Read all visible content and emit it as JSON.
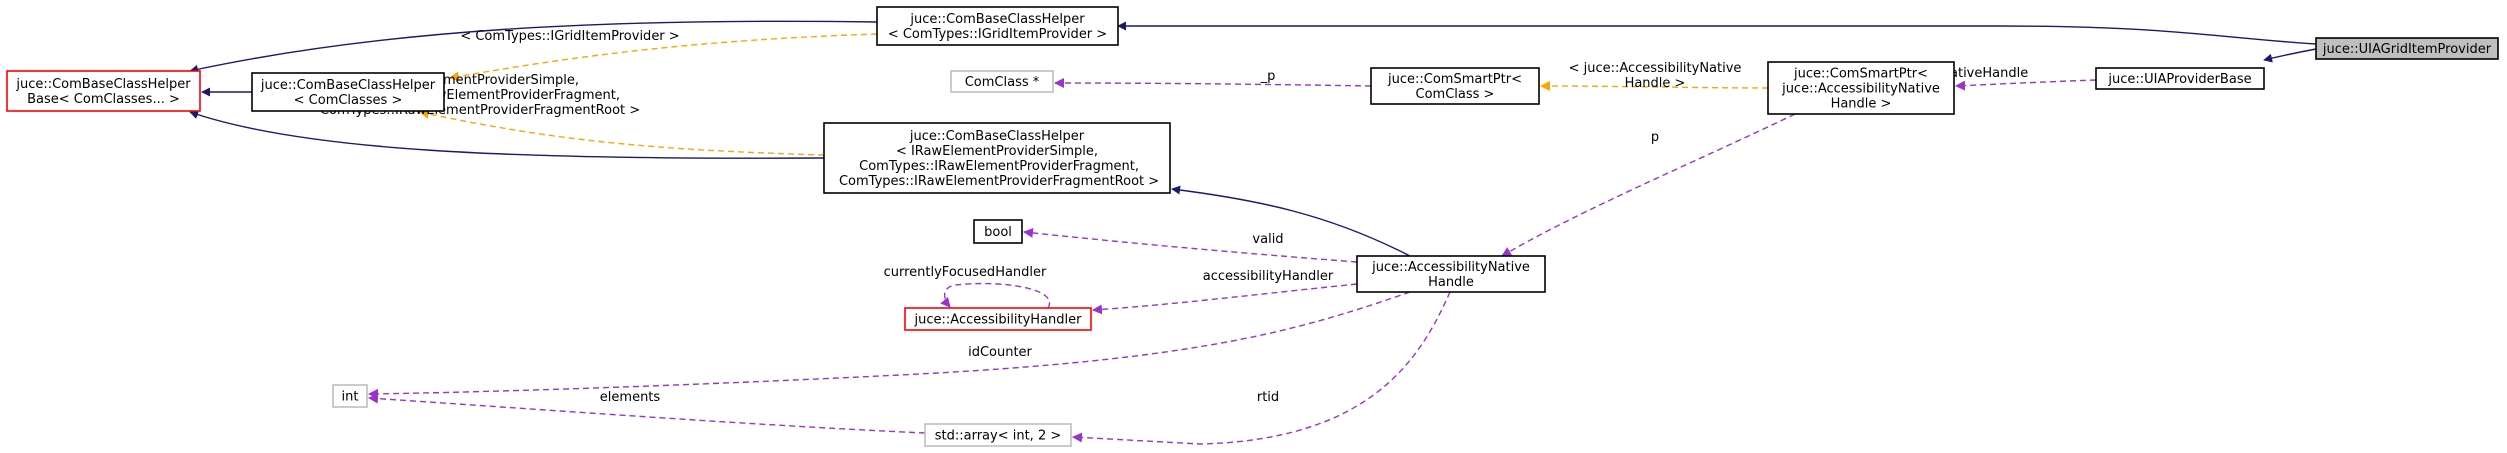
{
  "colors": {
    "inherit_edge": "#191970",
    "template_edge": "#ffa500",
    "usage_edge": "#9a32cd",
    "node_border": "#000000",
    "incomplete_border": "#ff0000",
    "undocumented_border": "#bfbfbf",
    "focus_fill": "#bfbfbf"
  },
  "nodes": [
    {
      "id": "uia_grid_item_provider",
      "lines": [
        "juce::UIAGridItemProvider"
      ],
      "style": "focus"
    },
    {
      "id": "uia_provider_base",
      "lines": [
        "juce::UIAProviderBase"
      ],
      "style": "normal"
    },
    {
      "id": "com_smart_ptr_handle",
      "lines": [
        "juce::ComSmartPtr<",
        "juce::AccessibilityNative",
        "Handle >"
      ],
      "style": "normal"
    },
    {
      "id": "com_smart_ptr_comclass",
      "lines": [
        "juce::ComSmartPtr<",
        "ComClass >"
      ],
      "style": "normal"
    },
    {
      "id": "comclass_ptr",
      "lines": [
        "ComClass *"
      ],
      "style": "undocumented"
    },
    {
      "id": "accessibility_native_handle",
      "lines": [
        "juce::AccessibilityNative",
        "Handle"
      ],
      "style": "normal"
    },
    {
      "id": "combase_grid",
      "lines": [
        "juce::ComBaseClassHelper",
        "< ComTypes::IGridItemProvider >"
      ],
      "style": "normal"
    },
    {
      "id": "combase_base",
      "lines": [
        "juce::ComBaseClassHelper",
        "Base< ComClasses... >"
      ],
      "style": "incomplete"
    },
    {
      "id": "combase_classes",
      "lines": [
        "juce::ComBaseClassHelper",
        "< ComClasses >"
      ],
      "style": "normal"
    },
    {
      "id": "combase_fragment",
      "lines": [
        "juce::ComBaseClassHelper",
        "< IRawElementProviderSimple,",
        " ComTypes::IRawElementProviderFragment,",
        " ComTypes::IRawElementProviderFragmentRoot >"
      ],
      "style": "normal"
    },
    {
      "id": "bool",
      "lines": [
        "bool"
      ],
      "style": "normal"
    },
    {
      "id": "accessibility_handler",
      "lines": [
        "juce::AccessibilityHandler"
      ],
      "style": "incomplete"
    },
    {
      "id": "int",
      "lines": [
        "int"
      ],
      "style": "undocumented"
    },
    {
      "id": "std_array",
      "lines": [
        "std::array< int, 2 >"
      ],
      "style": "undocumented"
    }
  ],
  "edges": [
    {
      "id": "grid_inherits_providerbase",
      "kind": "inherit",
      "label": []
    },
    {
      "id": "grid_inherits_combase_grid",
      "kind": "inherit",
      "label": []
    },
    {
      "id": "providerbase_nativehandle",
      "kind": "usage",
      "label": [
        "nativeHandle"
      ]
    },
    {
      "id": "smartptr_template",
      "kind": "template",
      "label": [
        "< juce::AccessibilityNative",
        "Handle >"
      ]
    },
    {
      "id": "smartptr_p",
      "kind": "usage",
      "label": [
        "_p"
      ]
    },
    {
      "id": "handle_p",
      "kind": "usage",
      "label": [
        "p"
      ]
    },
    {
      "id": "combase_grid_template",
      "kind": "template",
      "label": [
        "< ComTypes::IGridItemProvider >"
      ]
    },
    {
      "id": "combase_grid_inherits_base",
      "kind": "inherit",
      "label": []
    },
    {
      "id": "combase_classes_inherits_base",
      "kind": "inherit",
      "label": []
    },
    {
      "id": "combase_fragment_template",
      "kind": "template",
      "label": [
        "< IRawElementProviderSimple,",
        " ComTypes::IRawElementProviderFragment,",
        " ComTypes::IRawElementProviderFragmentRoot >"
      ]
    },
    {
      "id": "combase_fragment_inherits_base",
      "kind": "inherit",
      "label": []
    },
    {
      "id": "handle_inherits_fragment",
      "kind": "inherit",
      "label": []
    },
    {
      "id": "handle_valid",
      "kind": "usage",
      "label": [
        "valid"
      ]
    },
    {
      "id": "handle_accessibility_handler",
      "kind": "usage",
      "label": [
        "accessibilityHandler"
      ]
    },
    {
      "id": "handler_currently_focused",
      "kind": "usage",
      "label": [
        "currentlyFocusedHandler"
      ]
    },
    {
      "id": "handle_idcounter",
      "kind": "usage",
      "label": [
        "idCounter"
      ]
    },
    {
      "id": "array_elements",
      "kind": "usage",
      "label": [
        "elements"
      ]
    },
    {
      "id": "handle_rtid",
      "kind": "usage",
      "label": [
        "rtid"
      ]
    }
  ]
}
